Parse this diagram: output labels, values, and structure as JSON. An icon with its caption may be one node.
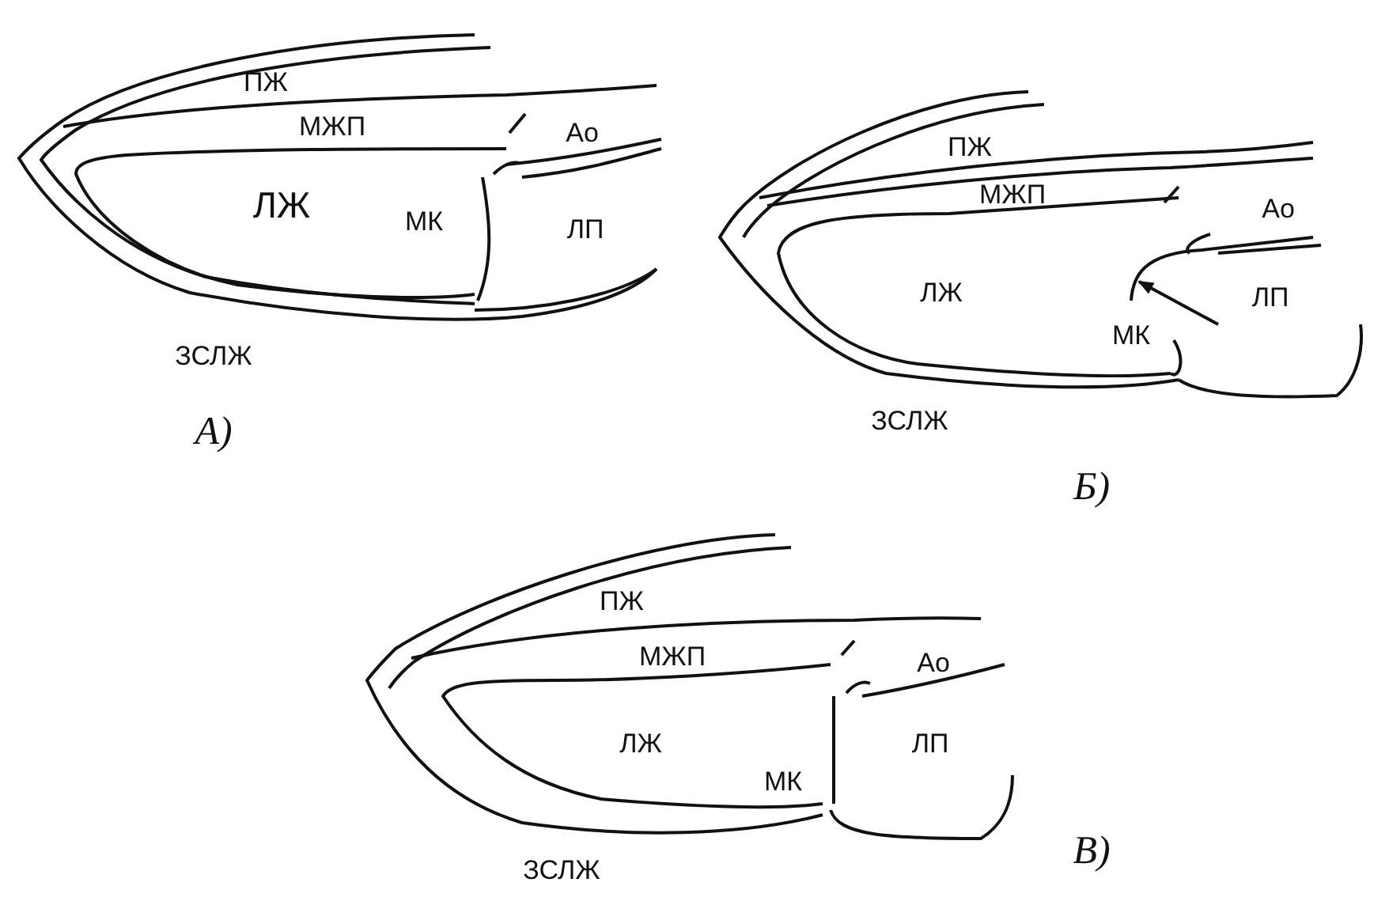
{
  "diagram": {
    "labels": [
      "ПЖ",
      "МЖП",
      "Ао",
      "ЛЖ",
      "МК",
      "ЛП",
      "ЗСЛЖ",
      "А)",
      "ПЖ",
      "МЖП",
      "Ао",
      "ЛЖ",
      "ЛП",
      "МК",
      "ЗСЛЖ",
      "Б)",
      "ПЖ",
      "МЖП",
      "Ао",
      "ЛЖ",
      "ЛП",
      "МК",
      "ЗСЛЖ",
      "В)"
    ]
  }
}
